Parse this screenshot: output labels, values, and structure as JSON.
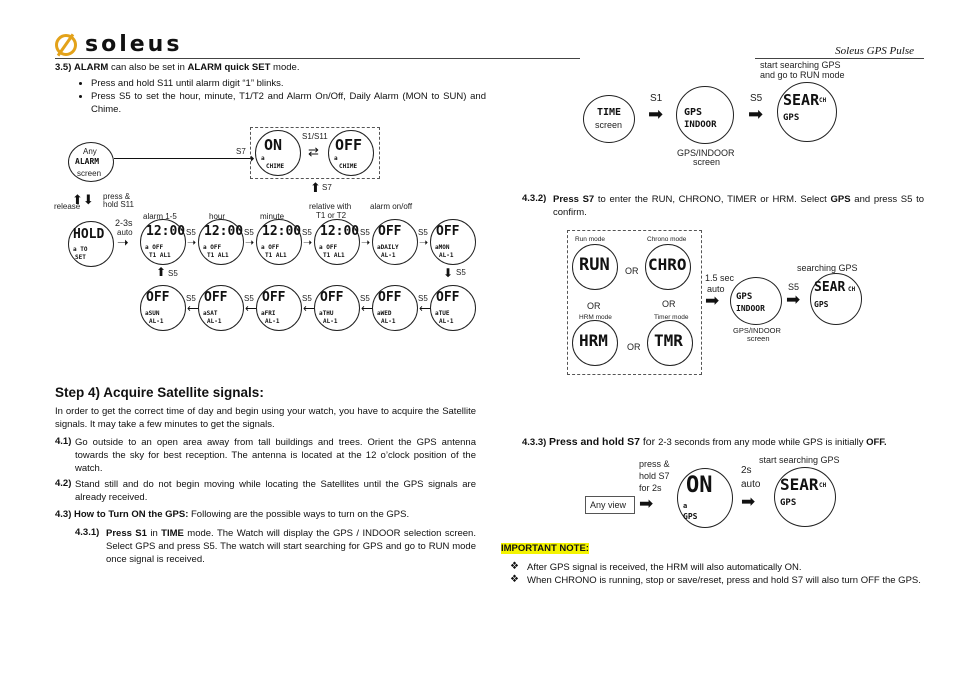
{
  "header": {
    "brand": "soleus",
    "product": "Soleus GPS Pulse"
  },
  "left": {
    "alarm_heading_num": "3.5)",
    "alarm_heading_a": "ALARM",
    "alarm_heading_b": " can also be set in ",
    "alarm_heading_c": "ALARM quick SET",
    "alarm_heading_d": " mode.",
    "bullets": [
      "Press and hold S11 until alarm digit “1” blinks.",
      "Press S5 to set the hour, minute, T1/T2 and Alarm On/Off, Daily Alarm (MON to SUN) and Chime."
    ],
    "diagram": {
      "any": "Any",
      "alarm": "ALARM",
      "screen": "screen",
      "release": "release",
      "press_hold": "press &",
      "hold_s11": "hold S11",
      "two_three_s": "2-3s",
      "auto": "auto",
      "s7": "S7",
      "s7b": "S7",
      "s1s11": "S1/S11",
      "s5": "S5",
      "col_labels": [
        "alarm 1-5",
        "hour",
        "minute",
        "relative with",
        "T1 or T2",
        "alarm on/off"
      ],
      "top_watches": [
        {
          "big": "ON",
          "line1": "a",
          "line2": "CHIME"
        },
        {
          "big": "OFF",
          "line1": "a",
          "line2": "CHIME"
        }
      ],
      "hold_watch": {
        "big": "HOLD",
        "line1": "a TO",
        "line2": "SET"
      },
      "row1": [
        {
          "big": "12:00",
          "line1": "a OFF",
          "line2": "T1 AL1"
        },
        {
          "big": "12:00",
          "line1": "a OFF",
          "line2": "T1 AL1"
        },
        {
          "big": "12:00",
          "line1": "a OFF",
          "line2": "T1 AL1"
        },
        {
          "big": "12:00",
          "line1": "a OFF",
          "line2": "T1 AL1"
        },
        {
          "big": "OFF",
          "line1": "aDAILY",
          "line2": "AL-1"
        },
        {
          "big": "OFF",
          "line1": "aMON",
          "line2": "AL-1"
        }
      ],
      "row2": [
        {
          "big": "OFF",
          "line1": "aSUN",
          "line2": "AL-1"
        },
        {
          "big": "OFF",
          "line1": "aSAT",
          "line2": "AL-1"
        },
        {
          "big": "OFF",
          "line1": "aFRI",
          "line2": "AL-1"
        },
        {
          "big": "OFF",
          "line1": "aTHU",
          "line2": "AL-1"
        },
        {
          "big": "OFF",
          "line1": "aWED",
          "line2": "AL-1"
        },
        {
          "big": "OFF",
          "line1": "aTUE",
          "line2": "AL-1"
        }
      ]
    },
    "step4": "Step 4) Acquire Satellite signals:",
    "intro": "In order to get the correct time of day and begin using your watch, you have to acquire the Satellite signals. It may take a few minutes to get the signals.",
    "p41_num": "4.1)",
    "p41": "Go outside to an open area away from tall buildings and trees. Orient the GPS antenna towards the sky for best reception. The antenna is located at the 12 o’clock position of the watch.",
    "p42_num": "4.2)",
    "p42": "Stand still and do not begin moving while locating the Satellites until the GPS signals are already received.",
    "p43_num": "4.3)",
    "p43_b": "How to Turn ON the GPS:",
    "p43": " Following are the possible ways to turn on the GPS.",
    "p431_num": "4.3.1)",
    "p431_b": "Press S1",
    "p431_a": " in ",
    "p431_c": "TIME",
    "p431": " mode. The Watch will display the GPS / INDOOR selection screen. Select GPS and press S5. The watch will start searching for GPS and go to RUN mode once signal is received."
  },
  "right": {
    "d1": {
      "search1": "start searching GPS",
      "search2": "and go to RUN mode",
      "time": "TIME",
      "screen": "screen",
      "s1": "S1",
      "s5": "S5",
      "gps_indoor": "GPS/INDOOR",
      "gps_screen": "screen",
      "w_gps": {
        "l1": "GPS",
        "l2": "INDOOR"
      },
      "w_search": {
        "big": "SEAR",
        "small": "CH",
        "l1": "GPS"
      }
    },
    "p432_num": "4.3.2)",
    "p432_b": "Press S7",
    "p432": " to enter the RUN, CHRONO, TIMER or HRM. Select ",
    "p432_c": "GPS",
    "p432_d": " and press S5 to confirm.",
    "d2": {
      "run_mode": "Run mode",
      "chrono_mode": "Chrono mode",
      "hrm_mode": "HRM mode",
      "timer_mode": "Timer mode",
      "or": "OR",
      "run": "RUN",
      "chro": "CHRO",
      "hrm": "HRM",
      "tmr": "TMR",
      "sec": "1.5 sec",
      "auto": "auto",
      "s5": "S5",
      "searching": "searching GPS",
      "gps_indoor": "GPS/INDOOR",
      "screen": "screen"
    },
    "p433_num": "4.3.3)",
    "p433_b": "Press and hold S7",
    "p433_a": " for ",
    "p433": "2-3 seconds from any mode while GPS is initially ",
    "p433_c": "OFF.",
    "d3": {
      "any_view": "Any view",
      "press1": "press &",
      "press2": "hold S7",
      "press3": "for 2s",
      "on": "ON",
      "a": "a",
      "gps": "GPS",
      "two_s": "2s",
      "auto": "auto",
      "searching": "start searching GPS"
    },
    "important": "IMPORTANT NOTE:",
    "notes": [
      "After GPS signal is received, the HRM will also automatically ON.",
      "When CHRONO is running, stop or save/reset, press and hold S7 will also turn OFF the GPS."
    ]
  }
}
